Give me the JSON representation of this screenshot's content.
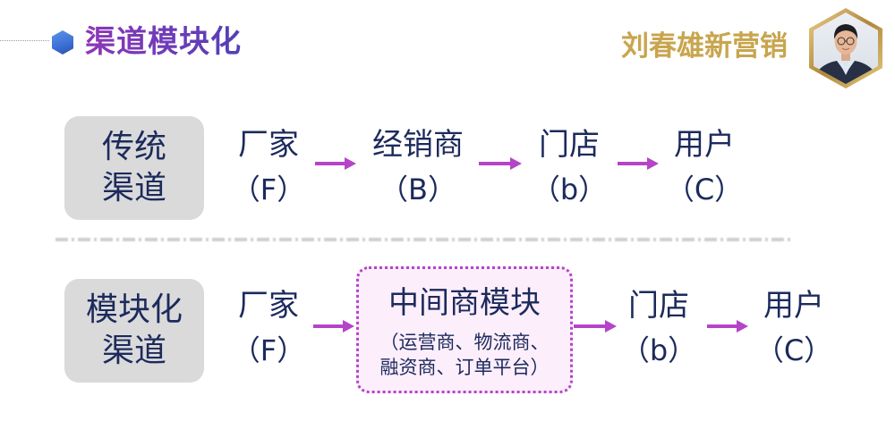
{
  "header": {
    "title": "渠道模块化",
    "brand": "刘春雄新营销"
  },
  "icons": {
    "bullet": "hexagon-bullet-icon",
    "arrow": "arrow-right-icon",
    "portrait": "author-portrait"
  },
  "colors": {
    "accent": "#b544c8",
    "text": "#1c2a5c",
    "gold": "#c8a54e",
    "box": "#dadada",
    "module_bg": "#fdeefb",
    "title_start": "#8e37b8",
    "title_end": "#5240b6",
    "bullet": "#3e73d6"
  },
  "traditional": {
    "label_line1": "传统",
    "label_line2": "渠道",
    "nodes": [
      {
        "name": "厂家",
        "code": "（F）"
      },
      {
        "name": "经销商",
        "code": "（B）"
      },
      {
        "name": "门店",
        "code": "（b）"
      },
      {
        "name": "用户",
        "code": "（C）"
      }
    ]
  },
  "modular": {
    "label_line1": "模块化",
    "label_line2": "渠道",
    "nodes": [
      {
        "name": "厂家",
        "code": "（F）"
      },
      {
        "name": "门店",
        "code": "（b）"
      },
      {
        "name": "用户",
        "code": "（C）"
      }
    ],
    "module": {
      "title": "中间商模块",
      "detail_line1": "（运营商、物流商、",
      "detail_line2": "融资商、订单平台）"
    }
  }
}
